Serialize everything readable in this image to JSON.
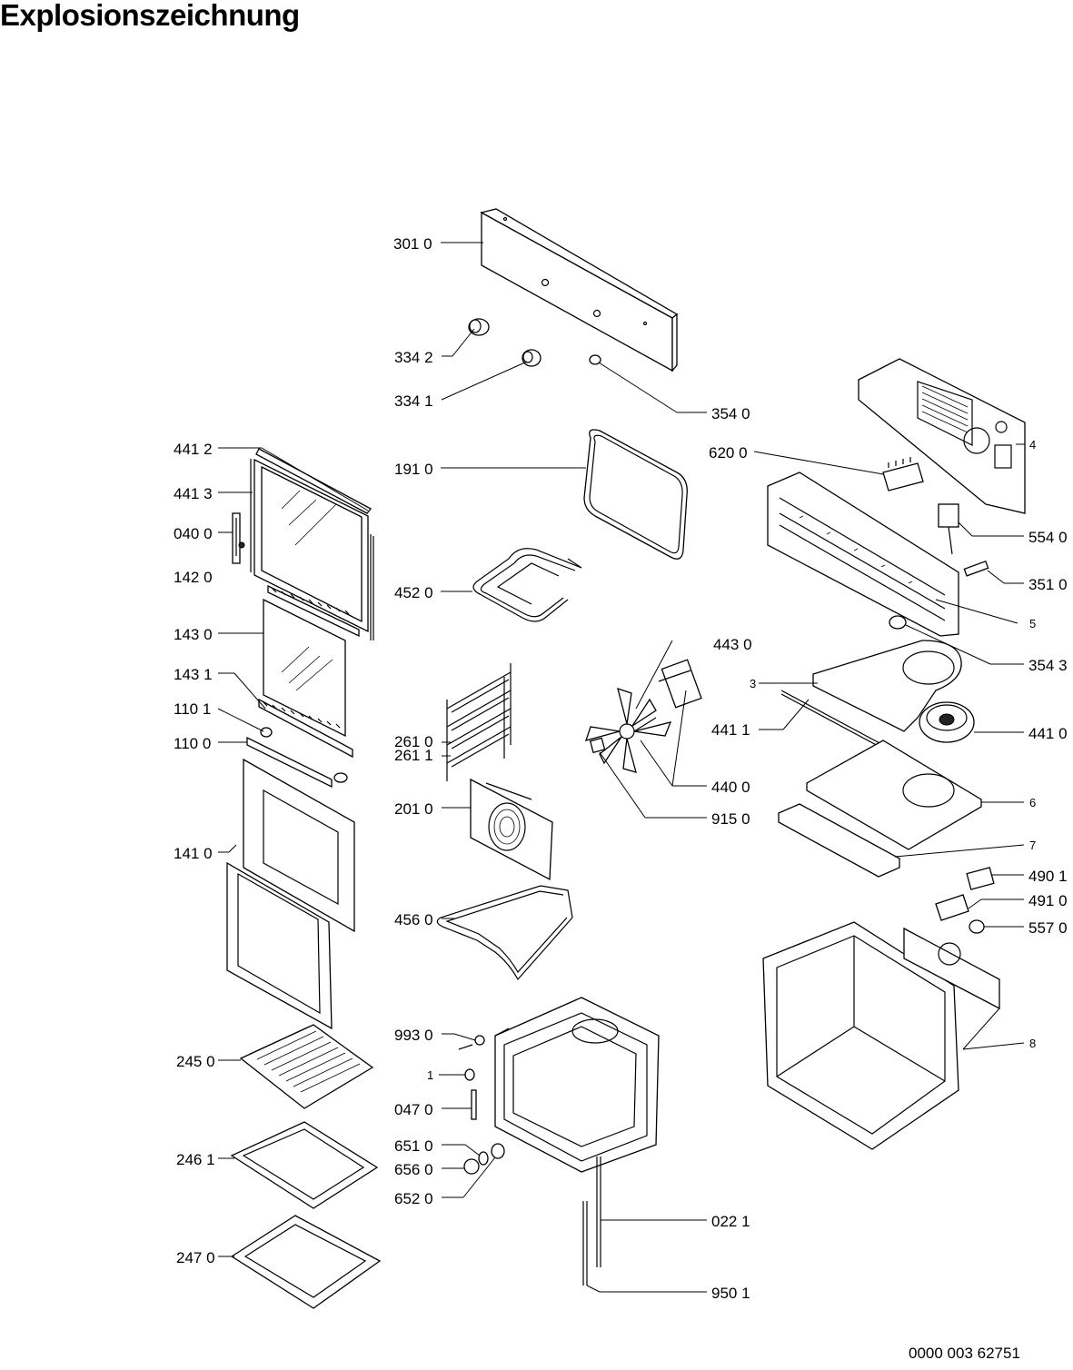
{
  "title": "Explosionszeichnung",
  "document_number": "0000 003 62751",
  "callouts": [
    {
      "id": "c3010",
      "label": "301 0"
    },
    {
      "id": "c3342",
      "label": "334 2"
    },
    {
      "id": "c3341",
      "label": "334 1"
    },
    {
      "id": "c3540",
      "label": "354 0"
    },
    {
      "id": "c4412",
      "label": "441 2"
    },
    {
      "id": "c1910",
      "label": "191 0"
    },
    {
      "id": "c6200",
      "label": "620 0"
    },
    {
      "id": "c4",
      "label": "4"
    },
    {
      "id": "c4413",
      "label": "441 3"
    },
    {
      "id": "c0400",
      "label": "040 0"
    },
    {
      "id": "c5540",
      "label": "554 0"
    },
    {
      "id": "c1420",
      "label": "142 0"
    },
    {
      "id": "c4520",
      "label": "452 0"
    },
    {
      "id": "c3510",
      "label": "351 0"
    },
    {
      "id": "c5",
      "label": "5"
    },
    {
      "id": "c1430",
      "label": "143 0"
    },
    {
      "id": "c4430",
      "label": "443 0"
    },
    {
      "id": "c3543",
      "label": "354 3"
    },
    {
      "id": "c1431",
      "label": "143 1"
    },
    {
      "id": "c3",
      "label": "3"
    },
    {
      "id": "c1101",
      "label": "110 1"
    },
    {
      "id": "c4411",
      "label": "441 1"
    },
    {
      "id": "c4410",
      "label": "441 0"
    },
    {
      "id": "c1100",
      "label": "110 0"
    },
    {
      "id": "c2610",
      "label": "261 0"
    },
    {
      "id": "c2611",
      "label": "261 1"
    },
    {
      "id": "c4400",
      "label": "440 0"
    },
    {
      "id": "c6",
      "label": "6"
    },
    {
      "id": "c2010",
      "label": "201 0"
    },
    {
      "id": "c9150",
      "label": "915 0"
    },
    {
      "id": "c1410",
      "label": "141 0"
    },
    {
      "id": "c7",
      "label": "7"
    },
    {
      "id": "c4901",
      "label": "490 1"
    },
    {
      "id": "c4910",
      "label": "491 0"
    },
    {
      "id": "c4560",
      "label": "456 0"
    },
    {
      "id": "c5570",
      "label": "557 0"
    },
    {
      "id": "c9930",
      "label": "993 0"
    },
    {
      "id": "c8",
      "label": "8"
    },
    {
      "id": "c2450",
      "label": "245 0"
    },
    {
      "id": "c1",
      "label": "1"
    },
    {
      "id": "c0470",
      "label": "047 0"
    },
    {
      "id": "c6510",
      "label": "651 0"
    },
    {
      "id": "c6560",
      "label": "656 0"
    },
    {
      "id": "c2461",
      "label": "246 1"
    },
    {
      "id": "c6520",
      "label": "652 0"
    },
    {
      "id": "c0221",
      "label": "022 1"
    },
    {
      "id": "c2470",
      "label": "247 0"
    },
    {
      "id": "c9501",
      "label": "950 1"
    }
  ]
}
